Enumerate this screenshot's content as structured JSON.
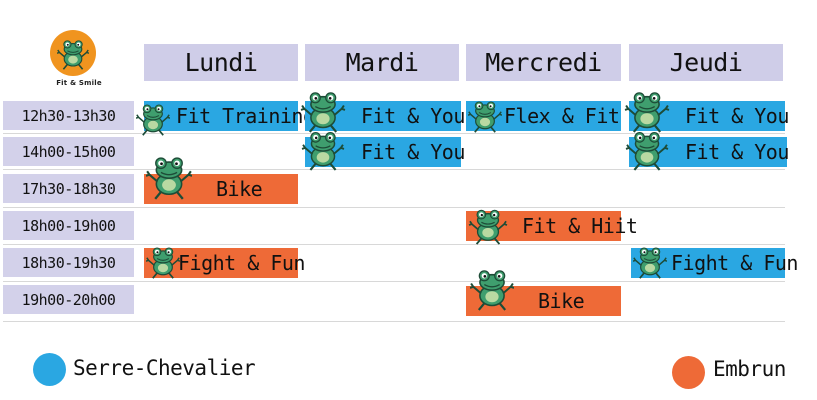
{
  "logo": {
    "text": "Fit & Smile"
  },
  "days": [
    "Lundi",
    "Mardi",
    "Mercredi",
    "Jeudi"
  ],
  "times": [
    "12h30-13h30",
    "14h00-15h00",
    "17h30-18h30",
    "18h00-19h00",
    "18h30-19h30",
    "19h00-20h00"
  ],
  "classes": {
    "fit_training": "Fit Training",
    "fit_you_1": "Fit & You",
    "flex_fit": "Flex & Fit",
    "fit_you_2": "Fit & You",
    "fit_you_3": "Fit & You",
    "fit_you_4": "Fit & You",
    "bike_1": "Bike",
    "fit_hiit": "Fit & Hiit",
    "fight_fun_1": "Fight & Fun",
    "fight_fun_2": "Fight & Fun",
    "bike_2": "Bike"
  },
  "legend": {
    "serre": "Serre-Chevalier",
    "embrun": "Embrun"
  },
  "colors": {
    "serre_chevalier": "#2aa7e2",
    "embrun": "#ee6a37",
    "header_bg": "#cfcde8",
    "logo_orange": "#f0941f",
    "frog_green": "#3f9e6e"
  },
  "icons": [
    "frog-mascot-icon",
    "frog-logo-icon"
  ]
}
